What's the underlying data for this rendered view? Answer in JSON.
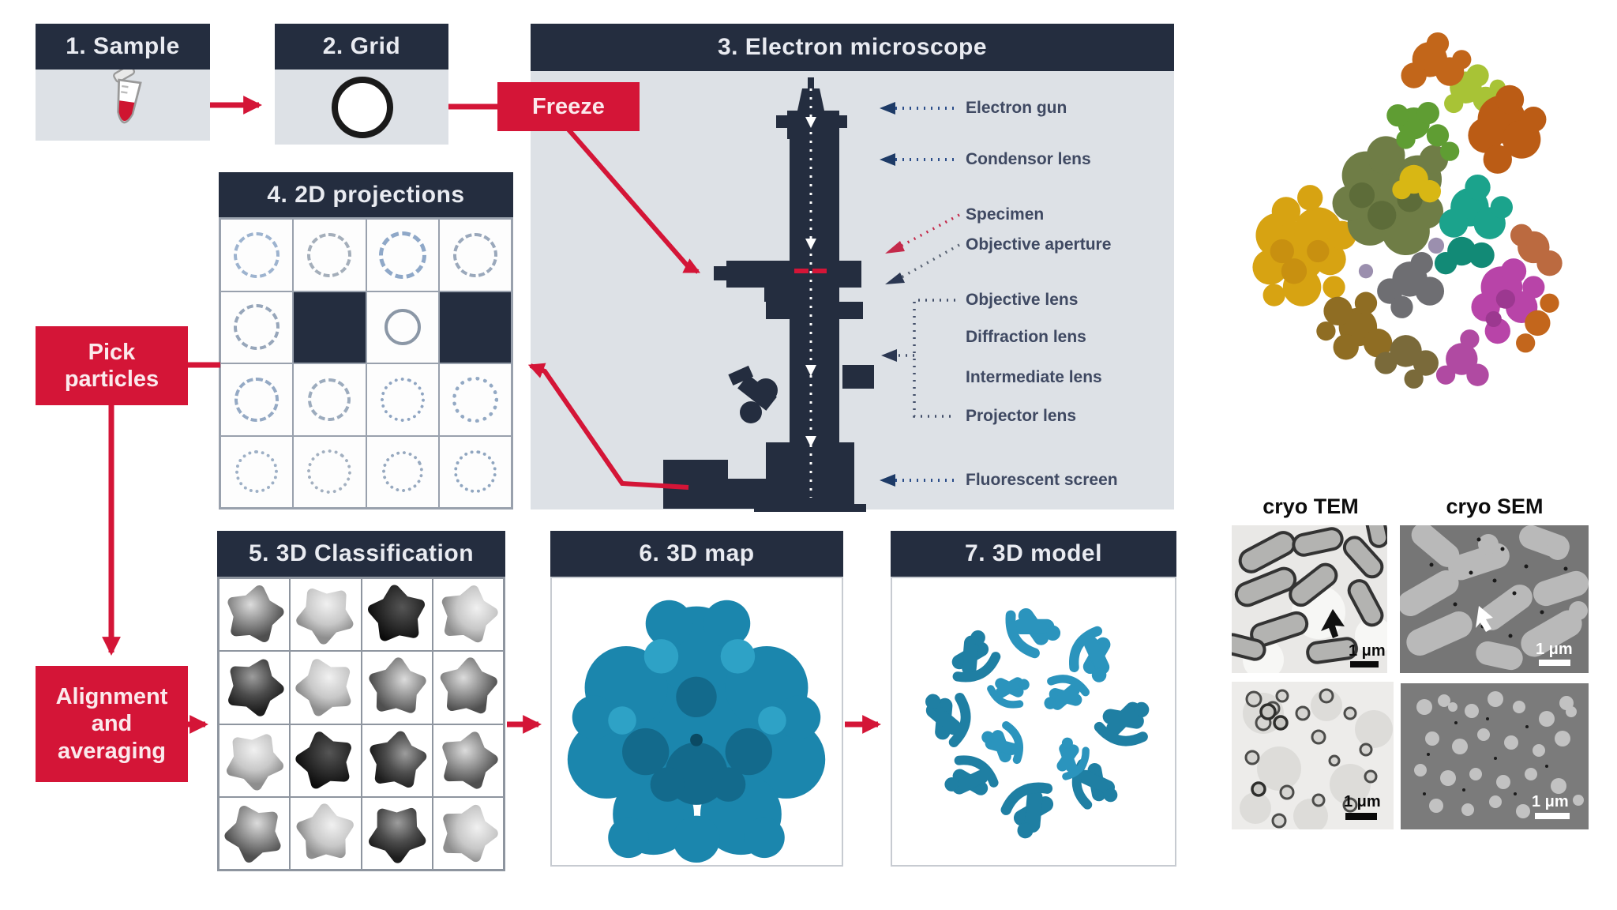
{
  "figure": {
    "panels": [
      {
        "title": "1. Sample"
      },
      {
        "title": "2. Grid"
      },
      {
        "title": "3. Electron microscope"
      },
      {
        "title": "4. 2D projections"
      },
      {
        "title": "5. 3D Classification"
      },
      {
        "title": "6. 3D map"
      },
      {
        "title": "7. 3D model"
      }
    ],
    "actions": {
      "freeze": "Freeze",
      "pick_particles": "Pick particles",
      "alignment": "Alignment and averaging"
    },
    "microscope": {
      "labels": [
        "Electron gun",
        "Condensor lens",
        "Specimen",
        "Objective aperture",
        "Objective lens",
        "Diffraction lens",
        "Intermediate lens",
        "Projector lens",
        "Fluorescent screen"
      ]
    },
    "micrographs": {
      "columns": [
        {
          "label": "cryo TEM"
        },
        {
          "label": "cryo SEM"
        }
      ],
      "scale_bar_label": "1 μm"
    },
    "colors": {
      "header_navy": "#242d3f",
      "panel_gray": "#dde1e6",
      "accent_red": "#d41537",
      "map_blue": "#1b86ad",
      "model_teal": "#1f7fa3",
      "leader_blue": "#2c4e8a",
      "label_slate": "#3f4962"
    }
  }
}
